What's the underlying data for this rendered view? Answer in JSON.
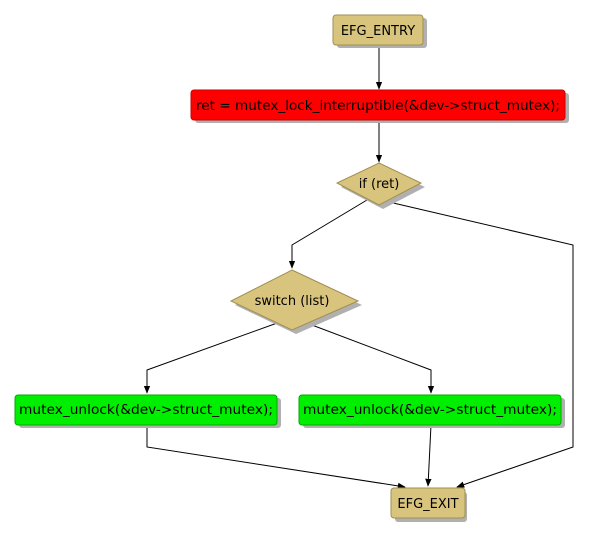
{
  "colors": {
    "background": "#ffffff",
    "terminal_fill": "#d9c47e",
    "terminal_border": "#a08f50",
    "decision_fill": "#d9c47e",
    "error_fill": "#ff0000",
    "unlock_fill": "#00ee00",
    "edge": "#000000",
    "shadow": "#b0b0b0"
  },
  "nodes": {
    "entry": {
      "label": "EFG_ENTRY",
      "shape": "terminal"
    },
    "lock": {
      "label": "ret = mutex_lock_interruptible(&dev->struct_mutex);",
      "shape": "process-error"
    },
    "if_ret": {
      "label": "if (ret)",
      "shape": "decision"
    },
    "switch_list": {
      "label": "switch (list)",
      "shape": "decision"
    },
    "unlock_left": {
      "label": "mutex_unlock(&dev->struct_mutex);",
      "shape": "process"
    },
    "unlock_right": {
      "label": "mutex_unlock(&dev->struct_mutex);",
      "shape": "process"
    },
    "exit": {
      "label": "EFG_EXIT",
      "shape": "terminal"
    }
  },
  "edges": [
    {
      "from": "entry",
      "to": "lock"
    },
    {
      "from": "lock",
      "to": "if_ret"
    },
    {
      "from": "if_ret",
      "to": "switch_list"
    },
    {
      "from": "if_ret",
      "to": "exit"
    },
    {
      "from": "switch_list",
      "to": "unlock_left"
    },
    {
      "from": "switch_list",
      "to": "unlock_right"
    },
    {
      "from": "unlock_left",
      "to": "exit"
    },
    {
      "from": "unlock_right",
      "to": "exit"
    }
  ]
}
